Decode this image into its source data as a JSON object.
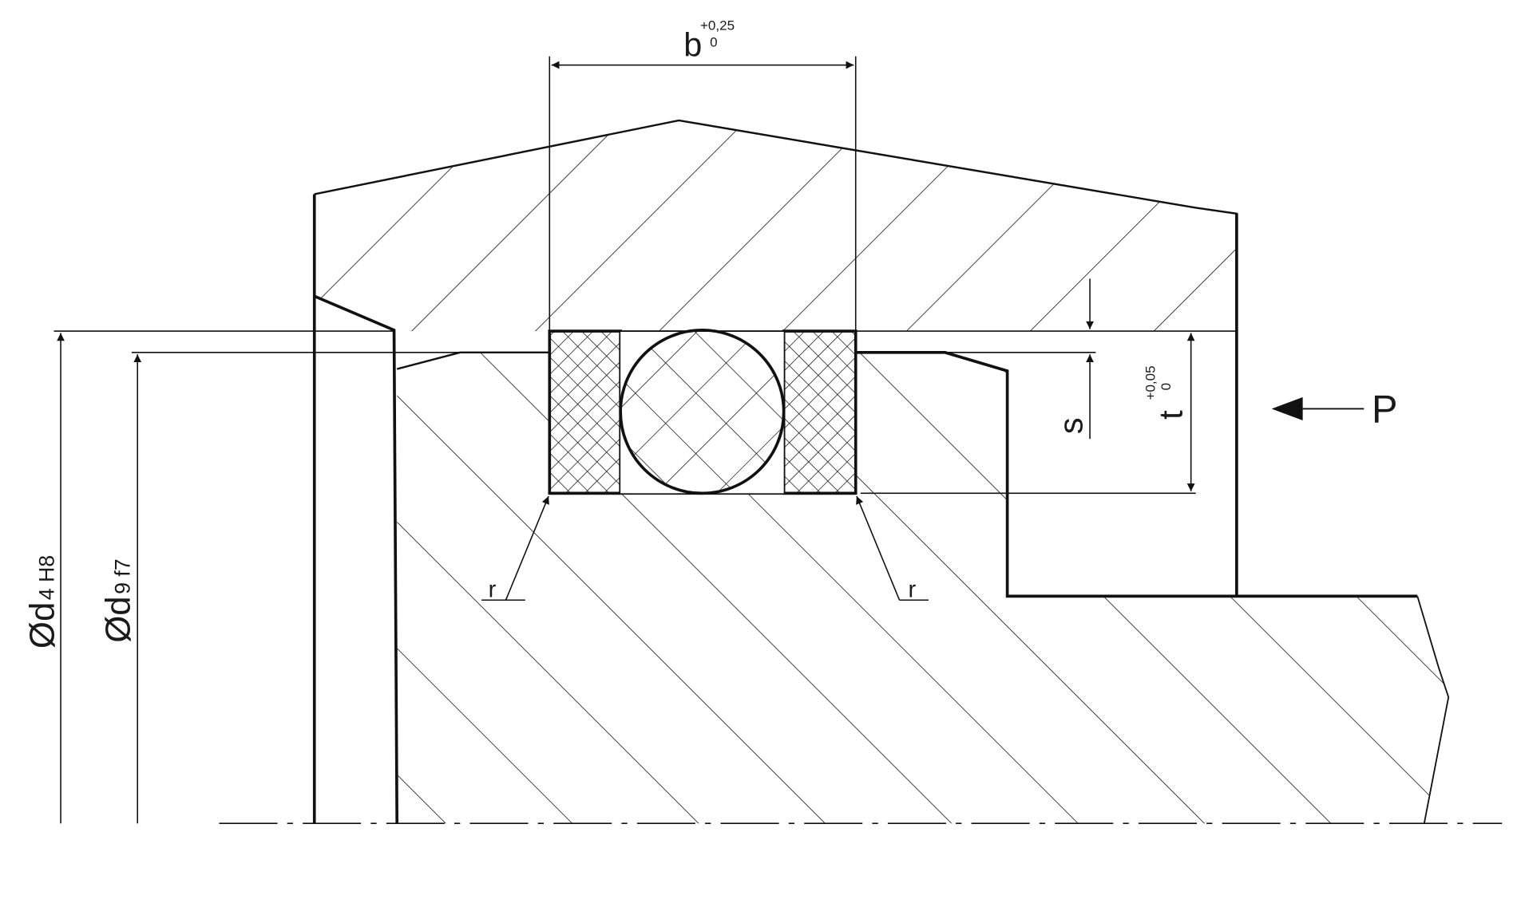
{
  "drawing": {
    "dimensions": {
      "b": {
        "symbol": "b",
        "upper_tol": "+0,25",
        "lower_tol": "0"
      },
      "t": {
        "symbol": "t",
        "upper_tol": "+0,05",
        "lower_tol": "0"
      },
      "s": {
        "symbol": "s"
      },
      "d4": {
        "prefix": "Ød",
        "index": "4",
        "fit": "H8"
      },
      "d9": {
        "prefix": "Ød",
        "index": "9",
        "fit": "f7"
      },
      "r_left": "r",
      "r_right": "r"
    },
    "pressure_label": "P",
    "colors": {
      "line": "#111111",
      "background": "#ffffff"
    }
  }
}
